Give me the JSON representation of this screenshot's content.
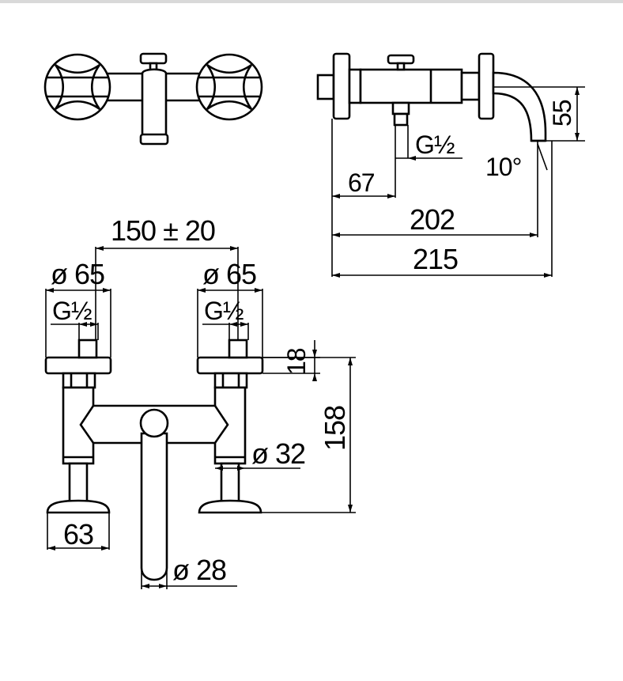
{
  "dimensions": {
    "spout_angle": "10°",
    "spout_height": "55",
    "inlet_thread_side": "G½",
    "outlet_distance": "67",
    "spout_reach": "202",
    "total_depth": "215",
    "center_distance": "150 ± 20",
    "rosette_left": "ø 65",
    "rosette_right": "ø 65",
    "thread_left": "G½",
    "thread_right": "G½",
    "rosette_thickness": "18",
    "total_height": "158",
    "body_diameter": "ø 32",
    "handle_width": "63",
    "spout_diameter": "ø 28"
  },
  "colors": {
    "line": "#000000",
    "background": "#ffffff"
  }
}
